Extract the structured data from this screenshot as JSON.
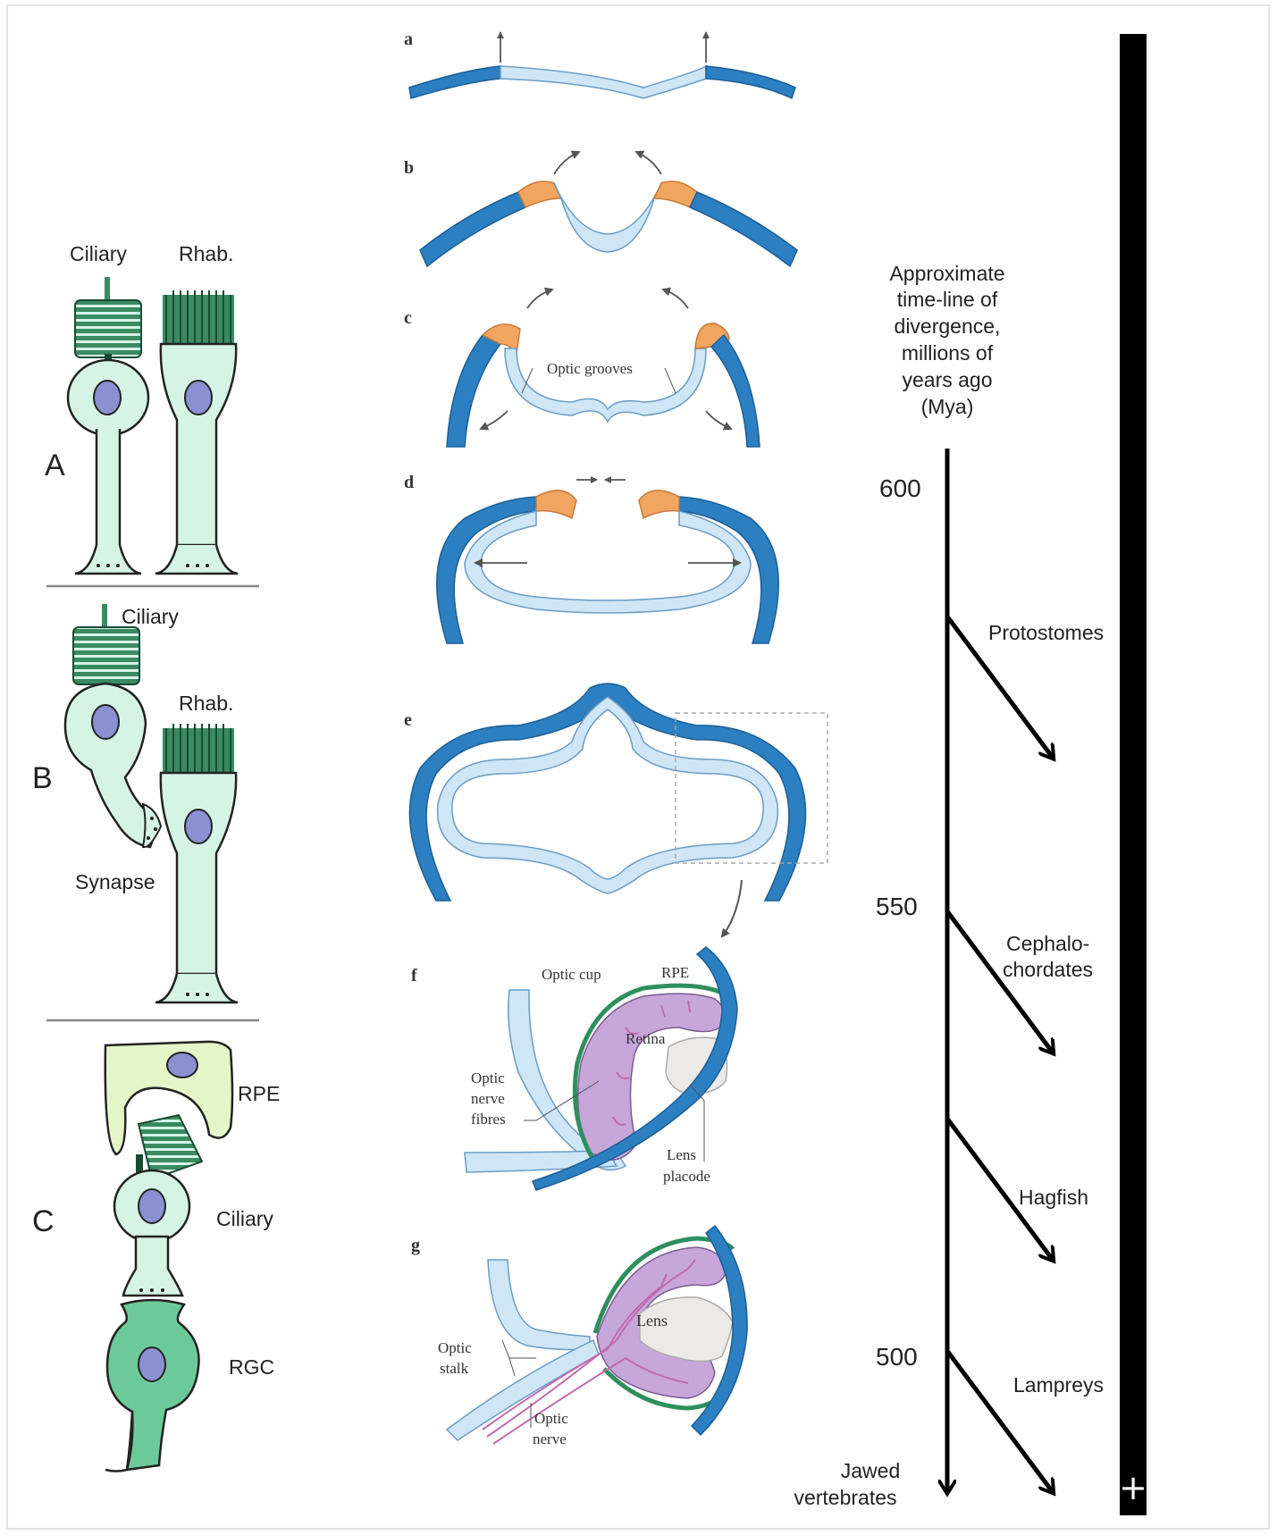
{
  "colors": {
    "cell_fill": "#d6f4e6",
    "cell_dark": "#3a8a62",
    "nucleus": "#8a90d0",
    "epithelium_dark": "#2c7fc0",
    "epithelium_light": "#cfe6f6",
    "hinge": "#f0a560",
    "retina": "#c7a6da",
    "rpe": "#2e8f5e",
    "lens": "#eceae6",
    "nerve": "#c06ab0",
    "rpe_cell": "#e4f5c8"
  },
  "left": {
    "A": {
      "letter": "A",
      "ciliary": "Ciliary",
      "rhab": "Rhab."
    },
    "B": {
      "letter": "B",
      "ciliary": "Ciliary",
      "rhab": "Rhab.",
      "synapse": "Synapse"
    },
    "C": {
      "letter": "C",
      "rpe": "RPE",
      "ciliary": "Ciliary",
      "rgc": "RGC"
    }
  },
  "middle": {
    "panels": [
      "a",
      "b",
      "c",
      "d",
      "e",
      "f",
      "g"
    ],
    "optic_grooves": "Optic grooves",
    "optic_cup": "Optic cup",
    "rpe": "RPE",
    "retina": "Retina",
    "optic_nerve_fibres": [
      "Optic",
      "nerve",
      "fibres"
    ],
    "lens_placode": [
      "Lens",
      "placode"
    ],
    "lens": "Lens",
    "optic_stalk": [
      "Optic",
      "stalk"
    ],
    "optic_nerve": [
      "Optic",
      "nerve"
    ]
  },
  "timeline": {
    "heading": [
      "Approximate",
      "time-line of",
      "divergence,",
      "millions of",
      "years ago",
      "(Mya)"
    ],
    "ticks": [
      "600",
      "550",
      "500"
    ],
    "branches": [
      {
        "lines": [
          "Protostomes"
        ]
      },
      {
        "lines": [
          "Cephalo-",
          "chordates"
        ]
      },
      {
        "lines": [
          "Hagfish"
        ]
      },
      {
        "lines": [
          "Lampreys"
        ]
      }
    ],
    "end_label": [
      "Jawed",
      "vertebrates"
    ]
  },
  "scrollbar": {
    "plus": "+"
  }
}
